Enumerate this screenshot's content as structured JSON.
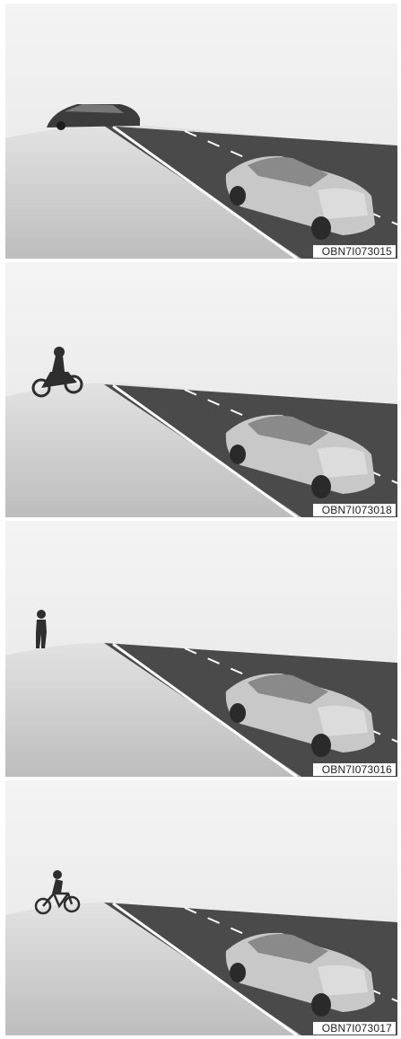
{
  "panels": [
    {
      "code": "OBN7I073015",
      "hazard": "oncoming-car-icon"
    },
    {
      "code": "OBN7I073018",
      "hazard": "motorcycle-icon"
    },
    {
      "code": "OBN7I073016",
      "hazard": "pedestrian-icon"
    },
    {
      "code": "OBN7I073017",
      "hazard": "bicycle-icon"
    }
  ],
  "colors": {
    "sky": "#ececec",
    "hill": "#d2d2d2",
    "road": "#4a4a4a",
    "lane_line": "#ffffff",
    "car_body": "#c8c8c8",
    "silhouette": "#2e2e2e"
  }
}
